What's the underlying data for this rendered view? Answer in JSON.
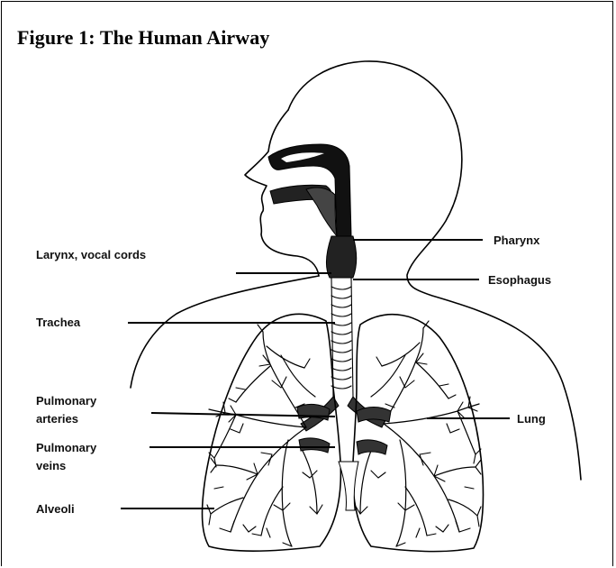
{
  "figure": {
    "title": "Figure 1: The Human Airway"
  },
  "labels": {
    "pharynx": "Pharynx",
    "esophagus": "Esophagus",
    "larynx": "Larynx, vocal cords",
    "trachea": "Trachea",
    "pulmonary_arteries": [
      "Pulmonary",
      "arteries"
    ],
    "pulmonary_veins": [
      "Pulmonary",
      "veins"
    ],
    "lung": "Lung",
    "alveoli": "Alveoli"
  }
}
